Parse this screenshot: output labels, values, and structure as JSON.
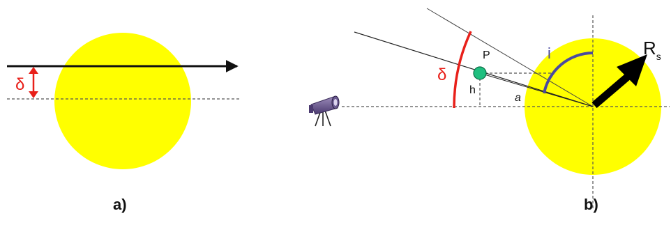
{
  "panels": {
    "a": {
      "caption": "a)",
      "delta_label": "δ"
    },
    "b": {
      "caption": "b)",
      "delta_label": "δ",
      "p_label": "P",
      "h_label": "h",
      "a_label": "a",
      "i_label": "i",
      "radius_label": "R",
      "radius_subscript": "s"
    }
  },
  "colors": {
    "sun": "#ffff00",
    "delta": "#e8201a",
    "inclination": "#4a4aa0",
    "planet": "#1fbf7f",
    "line": "#222222"
  }
}
